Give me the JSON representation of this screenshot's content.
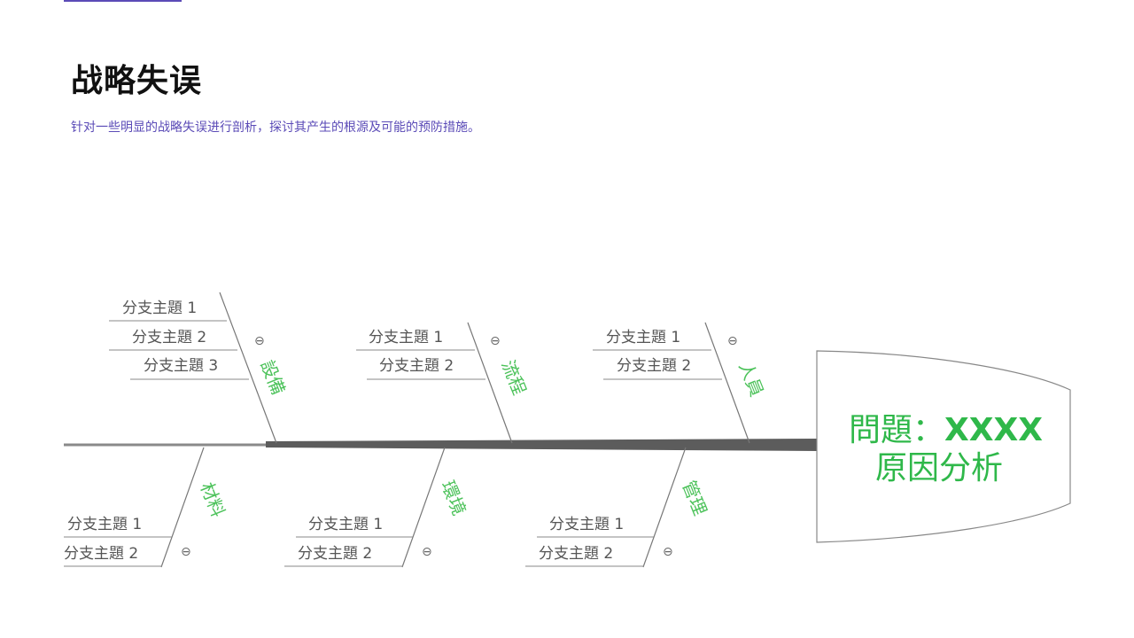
{
  "header": {
    "title": "战略失误",
    "subtitle": "针对一些明显的战略失误进行剖析，探讨其产生的根源及可能的预防措施。"
  },
  "diagram": {
    "head": {
      "line1_prefix": "問題：",
      "line1_value": "XXXX",
      "line2": "原因分析"
    },
    "collapse_symbol": "⊖",
    "top_categories": [
      {
        "label": "設備",
        "branches": [
          "分支主題 1",
          "分支主題 2",
          "分支主題 3"
        ]
      },
      {
        "label": "流程",
        "branches": [
          "分支主題 1",
          "分支主題 2"
        ]
      },
      {
        "label": "人員",
        "branches": [
          "分支主題 1",
          "分支主題 2"
        ]
      }
    ],
    "bottom_categories": [
      {
        "label": "材料",
        "branches": [
          "分支主題 1",
          "分支主題 2"
        ]
      },
      {
        "label": "環境",
        "branches": [
          "分支主題 1",
          "分支主題 2"
        ]
      },
      {
        "label": "管理",
        "branches": [
          "分支主題 1",
          "分支主題 2"
        ]
      }
    ],
    "colors": {
      "spine": "#5c5c5c",
      "bone": "#777777",
      "category_text": "#4cc25a",
      "head_text": "#2fb84a"
    }
  }
}
